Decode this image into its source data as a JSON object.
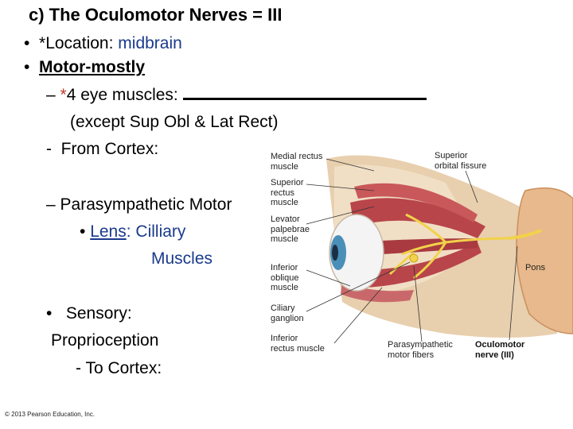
{
  "title": "c)  The Oculomotor Nerves = III",
  "bullets": {
    "location_label": "*Location: ",
    "location_value": "midbrain",
    "motor": "Motor-mostly",
    "eye_muscles_star": "*",
    "eye_muscles": "4 eye muscles: ",
    "except": "(except Sup Obl & Lat Rect)",
    "from_cortex": "From Cortex:",
    "parasympathetic": "Parasympathetic Motor",
    "lens_label": "Lens",
    "lens_colon": ": Cilliary",
    "muscles": "Muscles",
    "sensory": "Sensory:",
    "proprioception": "Proprioception",
    "to_cortex": "- To Cortex:"
  },
  "figure_labels": {
    "medial_rectus": "Medial rectus\nmuscle",
    "superior_orbital_fissure": "Superior\norbital fissure",
    "superior_rectus": "Superior\nrectus\nmuscle",
    "levator": "Levator\npalpebrae\nmuscle",
    "inferior_oblique": "Inferior\noblique\nmuscle",
    "ciliary_ganglion": "Ciliary\nganglion",
    "inferior_rectus": "Inferior\nrectus muscle",
    "parasympathetic_fibers": "Parasympathetic\nmotor fibers",
    "oculomotor_nerve": "Oculomotor\nnerve (III)",
    "pons": "Pons"
  },
  "copyright": "© 2013 Pearson Education, Inc.",
  "colors": {
    "accent_blue": "#1a3a8c",
    "muscle_red": "#b8454a",
    "nerve_yellow": "#f2d24a",
    "bone_tan": "#d9b48a"
  }
}
